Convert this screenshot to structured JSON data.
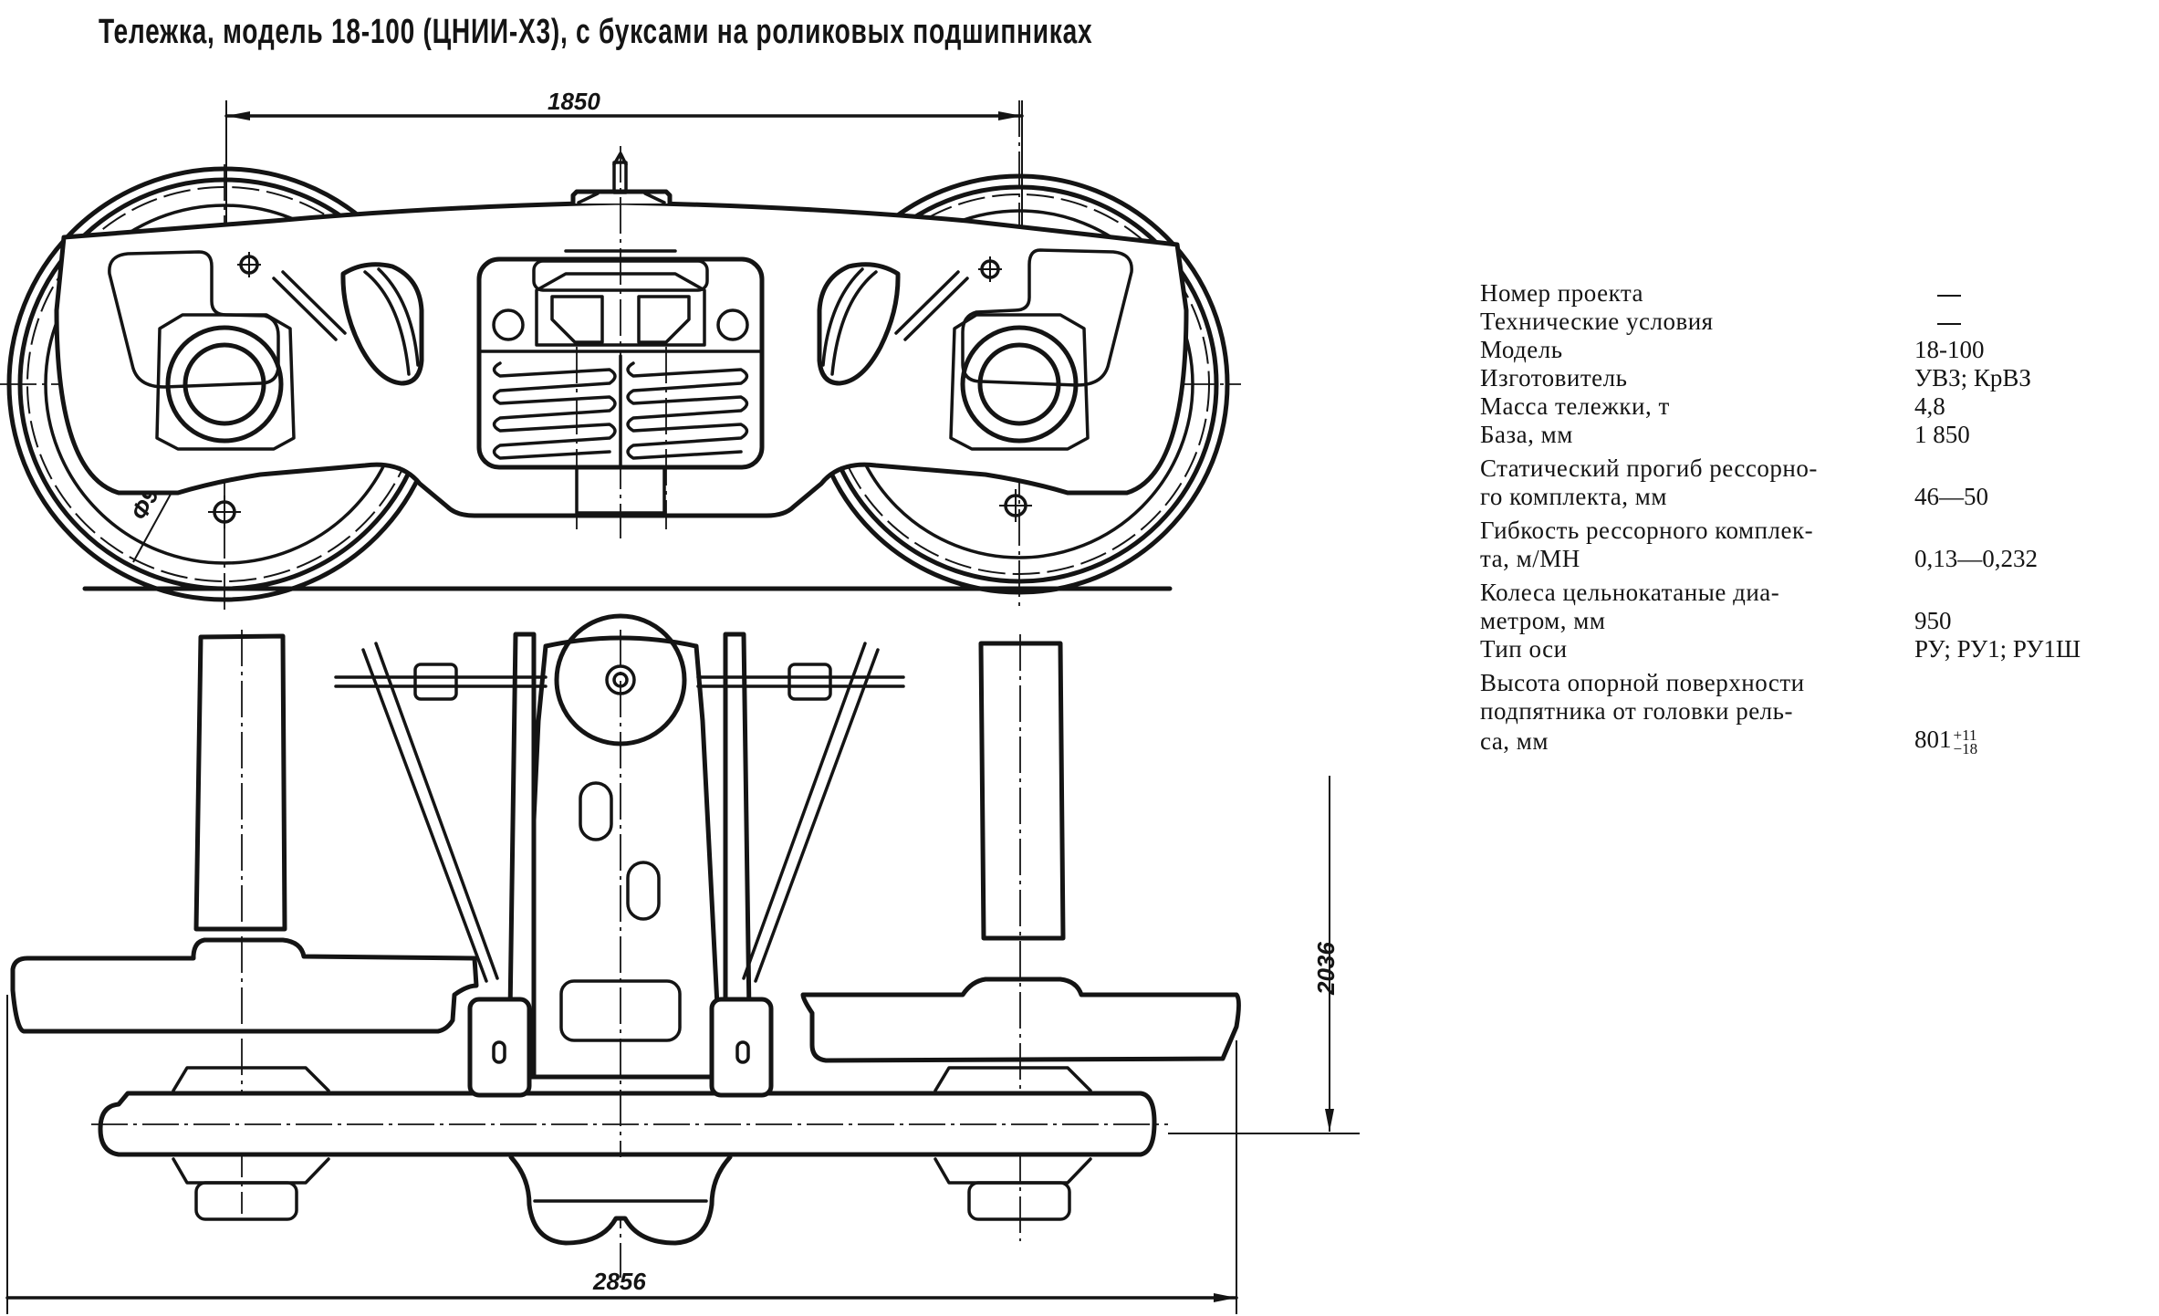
{
  "title": "Тележка, модель 18-100 (ЦНИИ-Х3), с буксами на роликовых  подшипниках",
  "drawing": {
    "side_view": {
      "wheelbase_label": "1850",
      "wheel_diameter_label": "Φ950"
    },
    "plan_view": {
      "height_label": "2036",
      "width_label": "2856"
    }
  },
  "specs": [
    {
      "label": "Номер проекта",
      "value": "—",
      "kind": "dash"
    },
    {
      "label": "Технические условия",
      "value": "—",
      "kind": "dash"
    },
    {
      "label": "Модель",
      "value": "18-100"
    },
    {
      "label": "Изготовитель",
      "value": "УВЗ; КрВЗ"
    },
    {
      "label": "Масса тележки, т",
      "value": "4,8"
    },
    {
      "label": "База, мм",
      "value": "1 850"
    },
    {
      "label": "Статический прогиб рессорного комплекта, мм",
      "label_lines": [
        "Статический прогиб рессорно-",
        "го комплекта, мм"
      ],
      "value": "46—50"
    },
    {
      "label": "Гибкость рессорного комплекта, м/МН",
      "label_lines": [
        "Гибкость рессорного комплек-",
        "та, м/МН"
      ],
      "value": "0,13—0,232"
    },
    {
      "label": "Колеса цельнокатаные диаметром, мм",
      "label_lines": [
        "Колеса цельнокатаные диа-",
        "метром, мм"
      ],
      "value": "950"
    },
    {
      "label": "Тип оси",
      "value": "РУ; РУ1; РУ1Ш"
    },
    {
      "label": "Высота опорной поверхности подпятника от головки рельса, мм",
      "label_lines": [
        "Высота опорной поверхности",
        "подпятника от головки рель-",
        "са, мм"
      ],
      "value": "801",
      "tolerance_upper": "+11",
      "tolerance_lower": "−18"
    }
  ]
}
